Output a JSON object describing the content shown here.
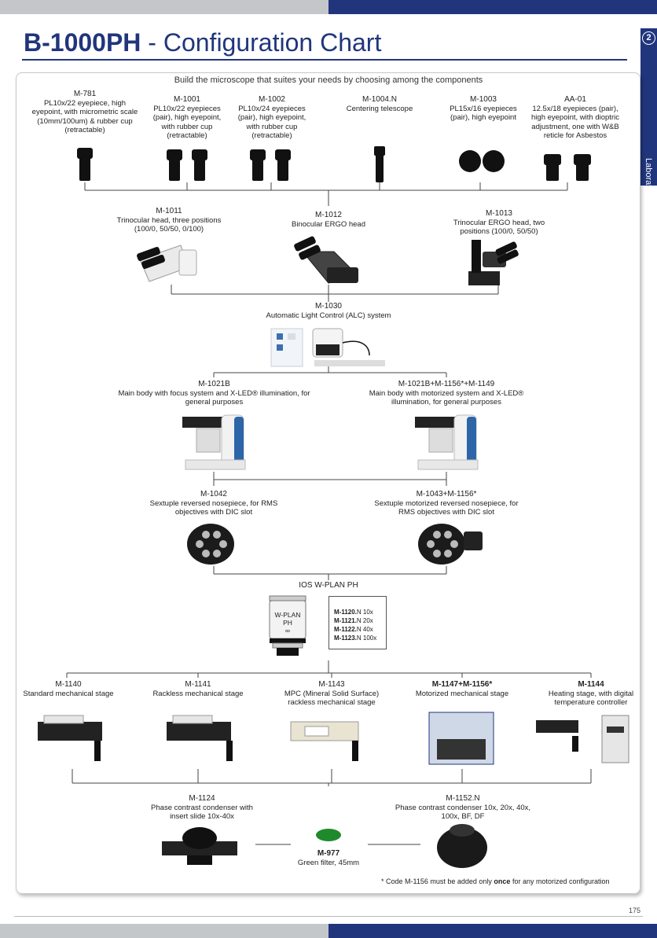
{
  "header": {
    "model": "B-1000PH",
    "separator": " - ",
    "title": "Configuration Chart"
  },
  "side_tab": {
    "number": "2",
    "label": "Laboratory"
  },
  "intro": "Build the microscope that suites your needs by choosing among the components",
  "eyepieces": [
    {
      "code": "M-781",
      "desc": "PL10x/22 eyepiece, high eyepoint, with micrometric scale (10mm/100um) & rubber cup (retractable)"
    },
    {
      "code": "M-1001",
      "desc": "PL10x/22 eyepieces (pair), high eyepoint, with rubber cup (retractable)"
    },
    {
      "code": "M-1002",
      "desc": "PL10x/24 eyepieces (pair), high eyepoint, with rubber cup (retractable)"
    },
    {
      "code": "M-1004.N",
      "desc": "Centering telescope"
    },
    {
      "code": "M-1003",
      "desc": "PL15x/16 eyepieces (pair), high eyepoint"
    },
    {
      "code": "AA-01",
      "desc": "12.5x/18 eyepieces (pair), high eyepoint, with dioptric adjustment, one with W&B reticle for Asbestos"
    }
  ],
  "heads": [
    {
      "code": "M-1011",
      "desc": "Trinocular head, three positions (100/0, 50/50, 0/100)"
    },
    {
      "code": "M-1012",
      "desc": "Binocular ERGO head"
    },
    {
      "code": "M-1013",
      "desc": "Trinocular ERGO head, two positions (100/0, 50/50)"
    }
  ],
  "alc": {
    "code": "M-1030",
    "desc": "Automatic Light Control (ALC) system"
  },
  "bodies": [
    {
      "code": "M-1021B",
      "desc": "Main body with focus system and X-LED® illumination, for general purposes"
    },
    {
      "code": "M-1021B+M-1156*+M-1149",
      "desc": "Main body with motorized system and X-LED® illumination, for general purposes"
    }
  ],
  "nosepieces": [
    {
      "code": "M-1042",
      "desc": "Sextuple reversed nosepiece, for RMS objectives with DIC slot"
    },
    {
      "code": "M-1043+M-1156*",
      "desc": "Sextuple motorized reversed nosepiece, for RMS objectives with DIC slot"
    }
  ],
  "objectives": {
    "title": "IOS W-PLAN PH",
    "label_line1": "W-PLAN",
    "label_line2": "PH",
    "label_line3": "∞",
    "items": [
      {
        "code": "M-1120.",
        "suffix": "N 10x"
      },
      {
        "code": "M-1121.",
        "suffix": "N 20x"
      },
      {
        "code": "M-1122.",
        "suffix": "N 40x"
      },
      {
        "code": "M-1123.",
        "suffix": "N 100x"
      }
    ]
  },
  "stages": [
    {
      "code": "M-1140",
      "desc": "Standard mechanical stage"
    },
    {
      "code": "M-1141",
      "desc": "Rackless mechanical stage"
    },
    {
      "code": "M-1143",
      "desc": "MPC (Mineral Solid Surface) rackless mechanical stage"
    },
    {
      "code": "M-1147+M-1156*",
      "desc": "Motorized mechanical stage"
    },
    {
      "code": "M-1144",
      "desc": "Heating stage, with digital temperature controller"
    }
  ],
  "condensers": [
    {
      "code": "M-1124",
      "desc": "Phase contrast condenser with insert slide 10x-40x"
    },
    {
      "code": "M-1152.N",
      "desc": "Phase contrast condenser 10x, 20x, 40x, 100x, BF, DF"
    }
  ],
  "filter": {
    "code": "M-977",
    "desc": "Green filter, 45mm"
  },
  "footnote": {
    "before": "* Code M-1156 must be added only ",
    "bold": "once",
    "after": " for any motorized configuration"
  },
  "page_number": "175",
  "colors": {
    "brand_blue": "#20357c",
    "gray_bar": "#c4c7ca",
    "filter_green": "#1f8a2c"
  }
}
